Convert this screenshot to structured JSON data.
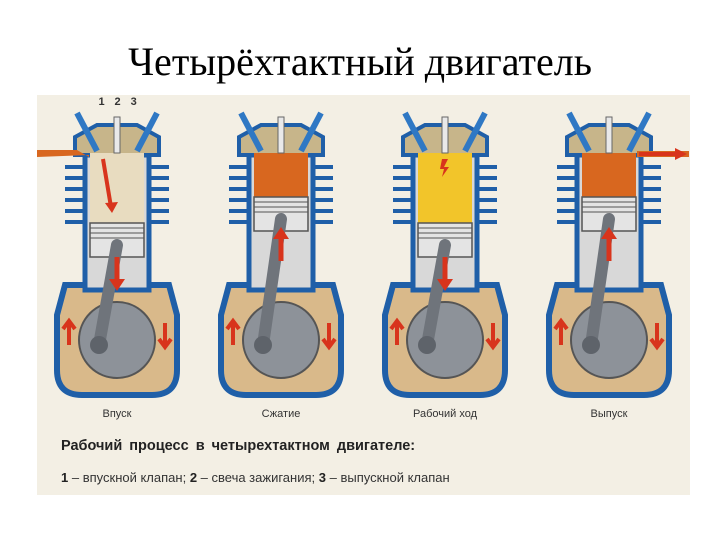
{
  "title": "Четырёхтактный двигатель",
  "part_numbers": [
    "1",
    "2",
    "3"
  ],
  "strokes": [
    {
      "label": "Впуск",
      "chamber": "intake",
      "piston": "down",
      "rotation": "cw"
    },
    {
      "label": "Сжатие",
      "chamber": "compressed",
      "piston": "up",
      "rotation": "cw"
    },
    {
      "label": "Рабочий ход",
      "chamber": "ignition",
      "piston": "down",
      "rotation": "cw"
    },
    {
      "label": "Выпуск",
      "chamber": "exhaust",
      "piston": "up",
      "rotation": "cw"
    }
  ],
  "caption": {
    "heading": "Рабочий процесс в четырехтактном двигателе:",
    "legend": [
      {
        "num": "1",
        "text": "– впускной клапан;"
      },
      {
        "num": "2",
        "text": "– свеча зажигания;"
      },
      {
        "num": "3",
        "text": "– выпускной клапан"
      }
    ]
  },
  "colors": {
    "engine_blue": "#1f5fa8",
    "valve_blue": "#2f78c4",
    "gas_orange": "#d8671f",
    "ignition_yellow": "#f2c52a",
    "arrow_red": "#d8341c",
    "crank_grey": "#8d9299",
    "crankcase_tan": "#d9b98a"
  },
  "icons": [
    "intake-arrow-icon",
    "exhaust-arrow-icon",
    "spark-icon",
    "rotation-arrow-icon"
  ]
}
